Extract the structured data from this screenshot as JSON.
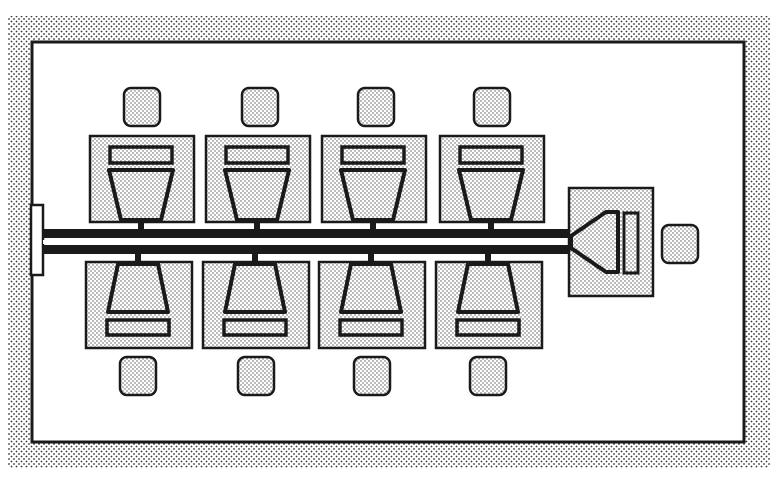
{
  "diagram": {
    "labels": [],
    "components": {
      "upper_modules": 4,
      "lower_modules": 4,
      "upper_pads": 4,
      "lower_pads": 4,
      "end_module": 1,
      "end_pad": 1,
      "left_terminal": 1,
      "shared_bus": 1
    }
  },
  "colors": {
    "ink": "#1a1a1a",
    "paper": "#ffffff",
    "stipple": "#cfcfcf"
  }
}
